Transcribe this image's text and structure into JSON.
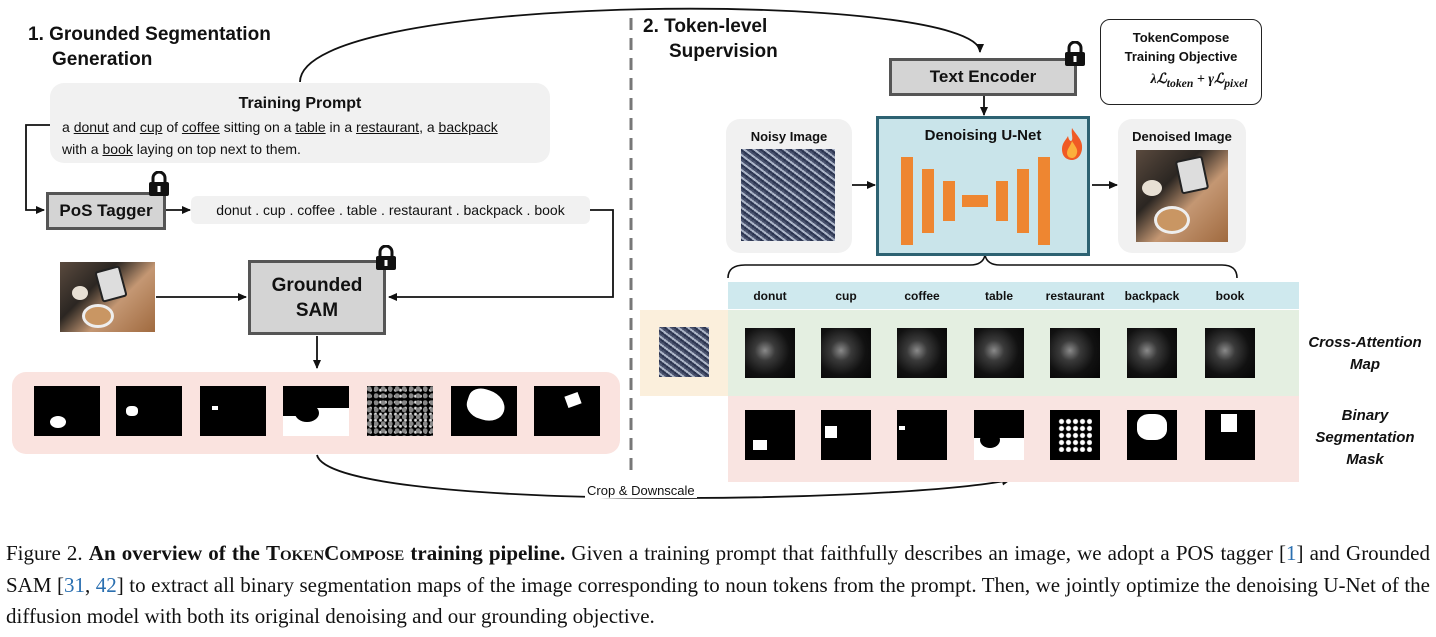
{
  "section1": {
    "number_title": "1. Grounded Segmentation",
    "title_line2": "Generation"
  },
  "section2": {
    "number_title": "2. Token-level",
    "title_line2": "Supervision"
  },
  "training_prompt": {
    "title": "Training Prompt",
    "segments": [
      {
        "t": "a ",
        "u": false
      },
      {
        "t": "donut",
        "u": true
      },
      {
        "t": " and ",
        "u": false
      },
      {
        "t": "cup",
        "u": true
      },
      {
        "t": " of ",
        "u": false
      },
      {
        "t": "coffee",
        "u": true
      },
      {
        "t": " sitting on a ",
        "u": false
      },
      {
        "t": "table",
        "u": true
      },
      {
        "t": " in a ",
        "u": false
      },
      {
        "t": "restaurant",
        "u": true
      },
      {
        "t": ", a ",
        "u": false
      },
      {
        "t": "backpack",
        "u": true
      },
      {
        "t": "\nwith a ",
        "u": false
      },
      {
        "t": "book",
        "u": true
      },
      {
        "t": " laying on top next to them.",
        "u": false
      }
    ]
  },
  "pos_tagger": {
    "label": "PoS Tagger"
  },
  "noun_list": "donut . cup . coffee . table . restaurant . backpack . book",
  "grounded_sam": {
    "line1": "Grounded",
    "line2": "SAM"
  },
  "text_encoder": {
    "label": "Text Encoder"
  },
  "objective": {
    "title_line1": "TokenCompose",
    "title_line2": "Training Objective",
    "formula_html": "λℒ<sub>token</sub> + γℒ<sub>pixel</sub>"
  },
  "noisy_image": {
    "label": "Noisy Image"
  },
  "unet": {
    "label": "Denoising U-Net"
  },
  "denoised_image": {
    "label": "Denoised Image"
  },
  "tokens": [
    "donut",
    "cup",
    "coffee",
    "table",
    "restaurant",
    "backpack",
    "book"
  ],
  "row_labels": {
    "cross_attention_line1": "Cross-Attention",
    "cross_attention_line2": "Map",
    "binary_line1": "Binary",
    "binary_line2": "Segmentation",
    "binary_line3": "Mask"
  },
  "crop_label": "Crop & Downscale",
  "caption": {
    "prefix": "Figure 2. ",
    "bold1": "An overview of the ",
    "sc_name": "TokenCompose",
    "bold2": " training pipeline.",
    "body1": " Given a training prompt that faithfully describes an image, we adopt a POS tagger [",
    "ref1": "1",
    "body2": "] and Grounded SAM [",
    "ref2": "31",
    "body3": ", ",
    "ref3": "42",
    "body4": "] to extract all binary segmentation maps of the image corresponding to noun tokens from the prompt. Then, we jointly optimize the denoising U-Net of the diffusion model with both its original denoising and our grounding objective."
  },
  "colors": {
    "unet_fill": "#c9e4ea",
    "unet_border": "#2d6272",
    "block": "#ee8631",
    "token_bar": "#cfe9ee",
    "attn_row": "#e4efe1",
    "mask_row": "#f9e4e1",
    "mask_panel": "#fae3df",
    "dash_arrow": "#e05a4a"
  },
  "icons": [
    "lock-icon",
    "fire-icon"
  ]
}
